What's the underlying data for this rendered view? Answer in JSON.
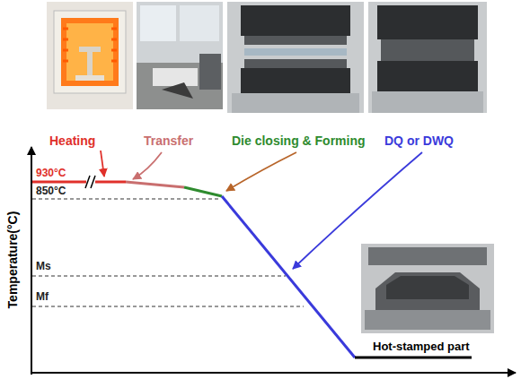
{
  "diagram": {
    "labels": [
      "Heating",
      "Transfer",
      "Die closing & Forming",
      "DQ or DWQ",
      "930°C",
      "850°C",
      "Ms",
      "Mf",
      "Temperature(°C)",
      "Hot-stamped part"
    ]
  }
}
